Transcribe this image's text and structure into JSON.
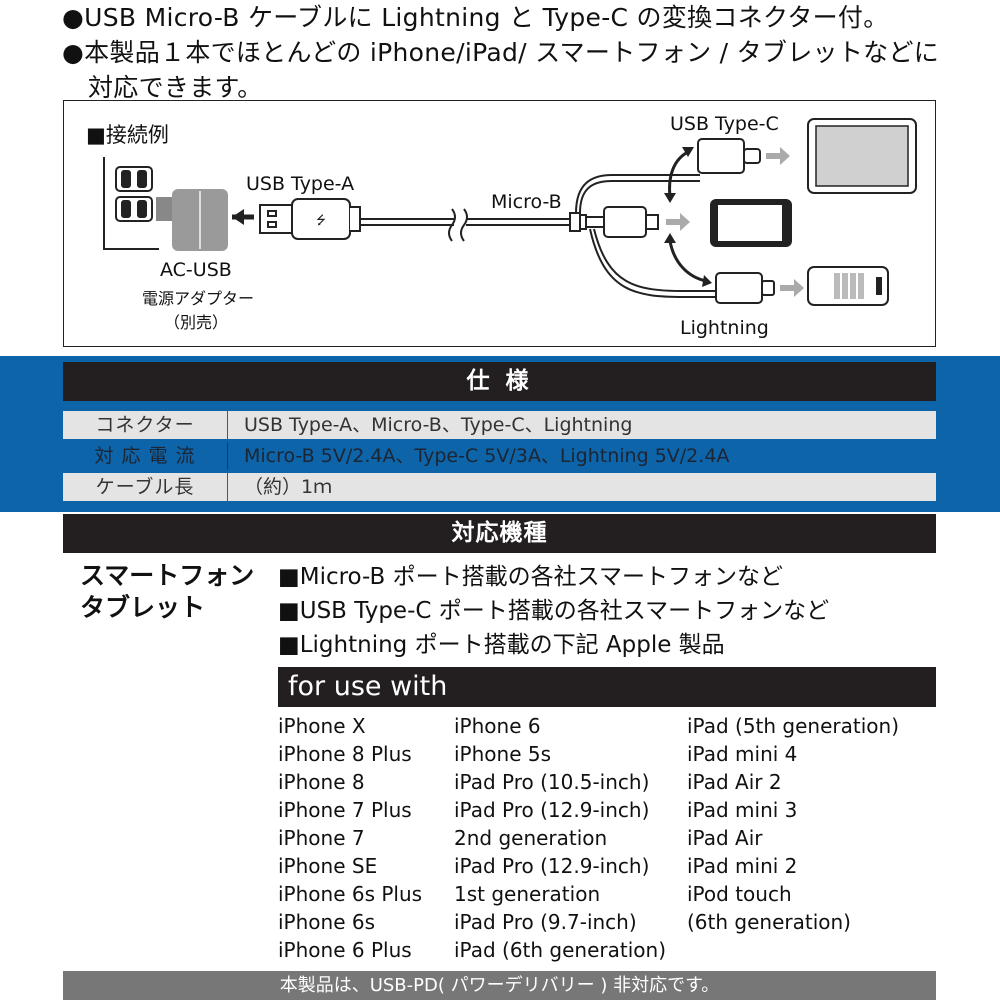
{
  "bullets": [
    "●USB Micro-B ケーブルに Lightning と Type-C の変換コネクター付。",
    "●本製品１本でほとんどの iPhone/iPad/ スマートフォン / タブレットなどに",
    "対応できます。"
  ],
  "diagram": {
    "title": "■接続例",
    "usb_a": "USB Type-A",
    "micro_b": "Micro-B",
    "type_c": "USB Type-C",
    "lightning": "Lightning",
    "adapter": [
      "AC-USB",
      "電源アダプター",
      "（別売）"
    ]
  },
  "spec": {
    "header": "仕 様",
    "rows": [
      {
        "key": "コネクター",
        "value": "USB Type-A、Micro-B、Type-C、Lightning"
      },
      {
        "key": "対 応 電 流",
        "value": "Micro-B 5V/2.4A、Type-C 5V/3A、Lightning 5V/2.4A"
      },
      {
        "key": "ケーブル長",
        "value": "（約）1ｍ"
      }
    ]
  },
  "compat": {
    "header": "対応機種",
    "category": [
      "スマートフォン",
      "タブレット"
    ],
    "ports": [
      "■Micro-B ポート搭載の各社スマートフォンなど",
      "■USB Type-C ポート搭載の各社スマートフォンなど",
      "■Lightning ポート搭載の下記 Apple 製品"
    ],
    "for_use_with": "for use with",
    "columns": [
      [
        "iPhone X",
        "iPhone 8 Plus",
        "iPhone 8",
        "iPhone 7 Plus",
        "iPhone 7",
        "iPhone SE",
        "iPhone 6s Plus",
        "iPhone 6s",
        "iPhone 6 Plus"
      ],
      [
        "iPhone 6",
        "iPhone 5s",
        "iPad Pro (10.5-inch)",
        "iPad Pro (12.9-inch)",
        "2nd generation",
        "iPad Pro (12.9-inch)",
        "1st generation",
        "iPad Pro (9.7-inch)",
        "iPad (6th generation)"
      ],
      [
        "iPad (5th generation)",
        "iPad mini 4",
        "iPad Air 2",
        "iPad mini 3",
        "iPad Air",
        "iPad mini 2",
        "iPod touch",
        "(6th generation)"
      ]
    ]
  },
  "footer": "本製品は、USB-PD( パワーデリバリー ) 非対応です。",
  "colors": {
    "band_blue": "#0d64a8",
    "header_dark": "#231f20",
    "footer_gray": "#777777"
  }
}
